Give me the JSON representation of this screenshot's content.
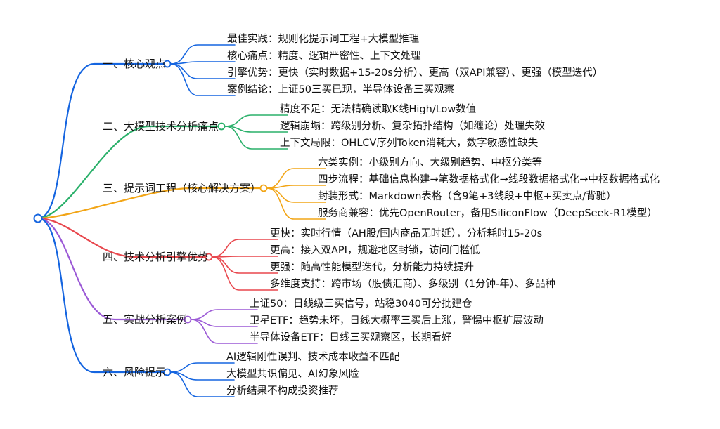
{
  "mindmap": {
    "branches": [
      {
        "label": "一、核心观点",
        "color": "#1565e0",
        "children": [
          "最佳实践：规则化提示词工程+大模型推理",
          "核心痛点：精度、逻辑严密性、上下文处理",
          "引擎优势：更快（实时数据+15-20s分析）、更高（双API兼容）、更强（模型迭代）",
          "案例结论：上证50三买已现，半导体设备三买观察"
        ]
      },
      {
        "label": "二、大模型技术分析痛点",
        "color": "#2ab06a",
        "children": [
          "精度不足：无法精确读取K线High/Low数值",
          "逻辑崩塌：跨级别分析、复杂拓扑结构（如缠论）处理失效",
          "上下文局限：OHLCV序列Token消耗大，数字敏感性缺失"
        ]
      },
      {
        "label": "三、提示词工程（核心解决方案）",
        "color": "#f2a516",
        "children": [
          "六类实例：小级别方向、大级别趋势、中枢分类等",
          "四步流程：基础信息构建→笔数据格式化→线段数据格式化→中枢数据格式化",
          "封装形式：Markdown表格（含9笔+3线段+中枢+买卖点/背驰）",
          "服务商兼容：优先OpenRouter，备用SiliconFlow（DeepSeek-R1模型）"
        ]
      },
      {
        "label": "四、技术分析引擎优势",
        "color": "#e8474d",
        "children": [
          "更快：实时行情（AH股/国内商品无时延），分析耗时15-20s",
          "更高：接入双API，规避地区封锁，访问门槛低",
          "更强：随高性能模型迭代，分析能力持续提升",
          "多维度支持：跨市场（股债汇商）、多级别（1分钟-年）、多品种"
        ]
      },
      {
        "label": "五、实战分析案例",
        "color": "#9b59d6",
        "children": [
          "上证50：日线级三买信号，站稳3040可分批建仓",
          "卫星ETF：趋势未坏，日线大概率三买后上涨，警惕中枢扩展波动",
          "半导体设备ETF：日线三买观察区，长期看好"
        ]
      },
      {
        "label": "六、风险提示",
        "color": "#1565e0",
        "children": [
          "AI逻辑刚性误判、技术成本收益不匹配",
          "大模型共识偏见、AI幻象风险",
          "分析结果不构成投资推荐"
        ]
      }
    ]
  }
}
